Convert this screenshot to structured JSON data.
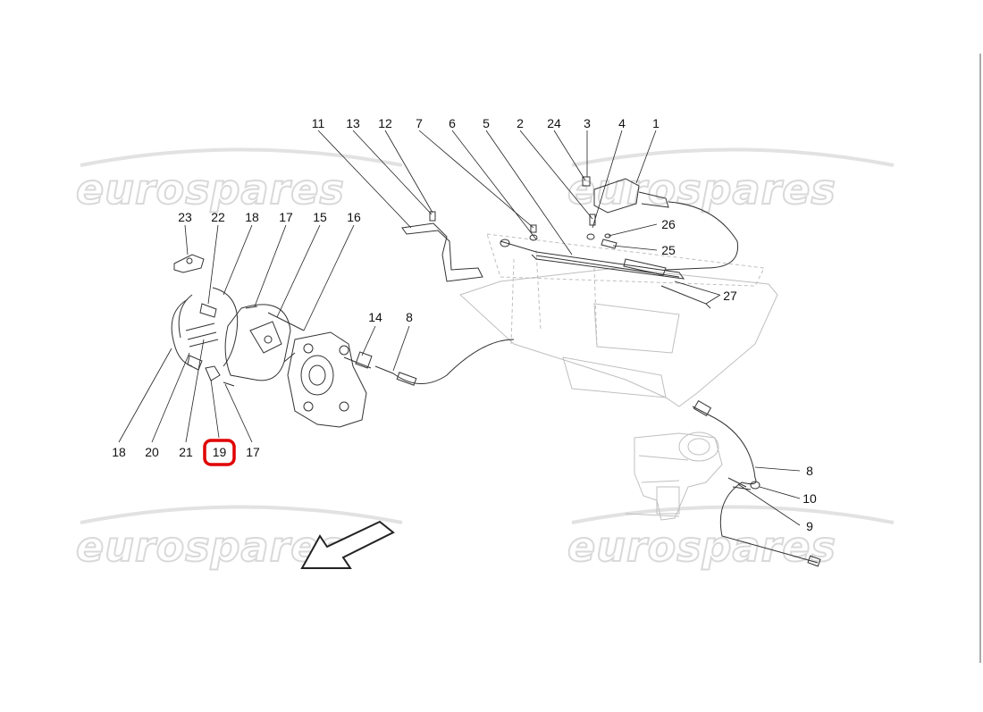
{
  "diagram": {
    "watermarks": [
      "eurospares",
      "eurospares",
      "eurospares",
      "eurospares"
    ],
    "callouts": [
      "11",
      "13",
      "12",
      "7",
      "6",
      "5",
      "2",
      "24",
      "3",
      "4",
      "1",
      "26",
      "25",
      "27",
      "23",
      "22",
      "18",
      "17",
      "15",
      "16",
      "14",
      "8",
      "18",
      "20",
      "21",
      "19",
      "17",
      "8",
      "10",
      "9"
    ],
    "highlighted_callout": "19",
    "highlight_color": "#e00000"
  }
}
